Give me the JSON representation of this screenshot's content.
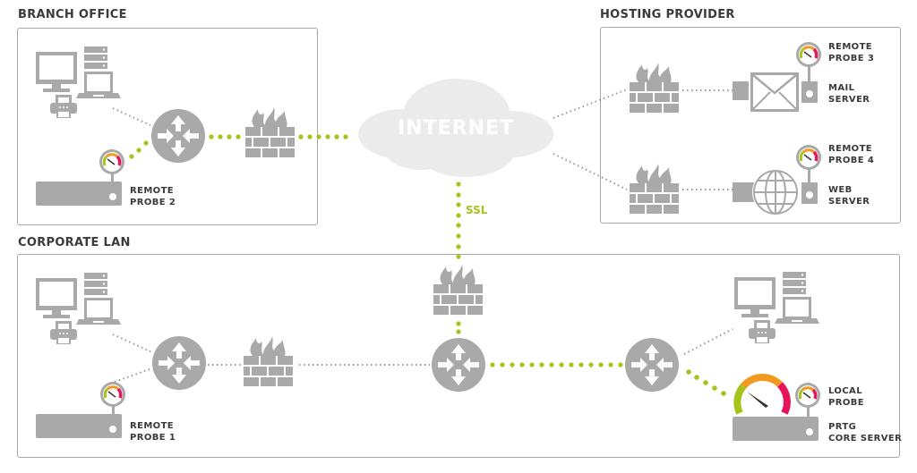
{
  "zones": {
    "branch_office": {
      "title": "BRANCH OFFICE"
    },
    "hosting_provider": {
      "title": "HOSTING PROVIDER"
    },
    "corporate_lan": {
      "title": "CORPORATE LAN"
    }
  },
  "internet": {
    "label": "INTERNET"
  },
  "ssl": {
    "label": "SSL"
  },
  "probes": {
    "remote_probe_2": {
      "line1": "REMOTE",
      "line2": "PROBE 2"
    },
    "remote_probe_3": {
      "line1": "REMOTE",
      "line2": "PROBE 3"
    },
    "remote_probe_4": {
      "line1": "REMOTE",
      "line2": "PROBE 4"
    },
    "remote_probe_1": {
      "line1": "REMOTE",
      "line2": "PROBE 1"
    },
    "local_probe": {
      "line1": "LOCAL",
      "line2": "PROBE"
    }
  },
  "servers": {
    "mail_server": {
      "line1": "MAIL",
      "line2": "SERVER"
    },
    "web_server": {
      "line1": "WEB",
      "line2": "SERVER"
    },
    "core_server": {
      "line1": "PRTG",
      "line2": "CORE SERVER"
    }
  },
  "colors": {
    "icon_gray": "#a9a9a9",
    "accent_green": "#a6c41a",
    "gauge_orange": "#f29a1f",
    "gauge_red": "#e6145a",
    "cloud": "#ebebeb"
  }
}
